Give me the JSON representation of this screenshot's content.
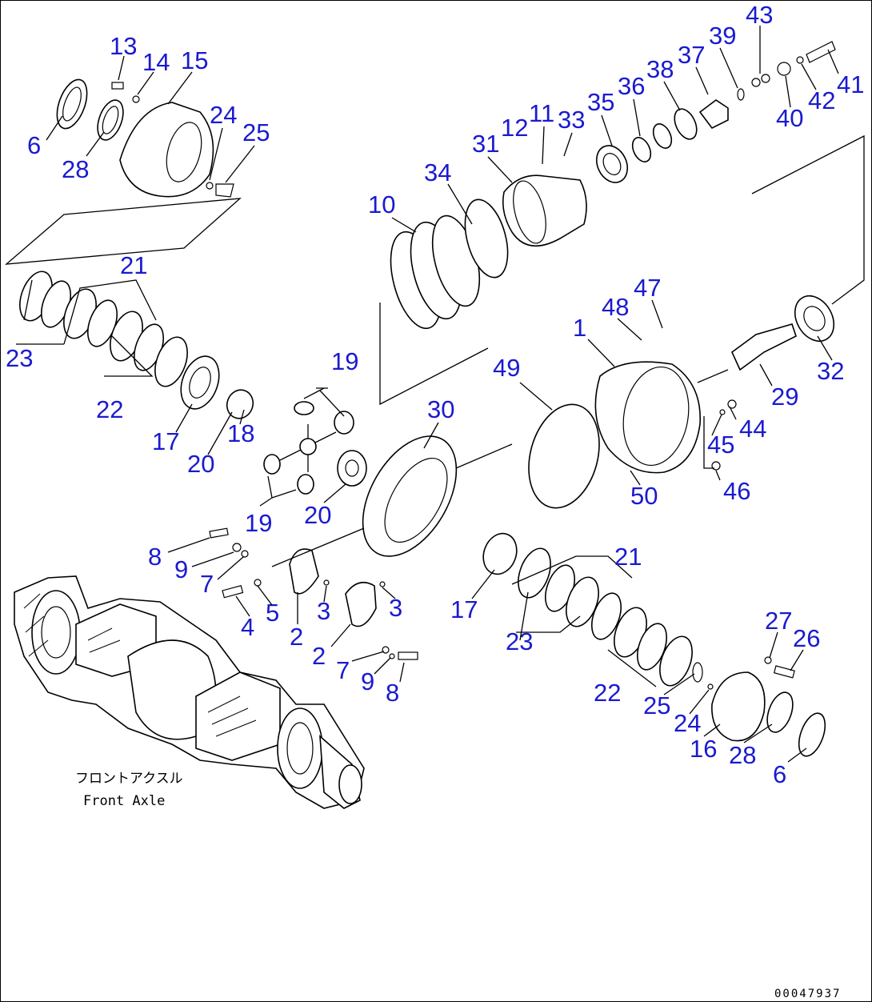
{
  "diagram": {
    "labels": [
      {
        "id": "13a",
        "text": "13"
      },
      {
        "id": "14a",
        "text": "14"
      },
      {
        "id": "15a",
        "text": "15"
      },
      {
        "id": "6a",
        "text": "6"
      },
      {
        "id": "28a",
        "text": "28"
      },
      {
        "id": "24a",
        "text": "24"
      },
      {
        "id": "25a",
        "text": "25"
      },
      {
        "id": "43a",
        "text": "43"
      },
      {
        "id": "39a",
        "text": "39"
      },
      {
        "id": "37a",
        "text": "37"
      },
      {
        "id": "38a",
        "text": "38"
      },
      {
        "id": "36a",
        "text": "36"
      },
      {
        "id": "35a",
        "text": "35"
      },
      {
        "id": "33a",
        "text": "33"
      },
      {
        "id": "11a",
        "text": "11"
      },
      {
        "id": "12a",
        "text": "12"
      },
      {
        "id": "31a",
        "text": "31"
      },
      {
        "id": "41a",
        "text": "41"
      },
      {
        "id": "42a",
        "text": "42"
      },
      {
        "id": "40a",
        "text": "40"
      },
      {
        "id": "34a",
        "text": "34"
      },
      {
        "id": "10a",
        "text": "10"
      },
      {
        "id": "21a",
        "text": "21"
      },
      {
        "id": "23a",
        "text": "23"
      },
      {
        "id": "22a",
        "text": "22"
      },
      {
        "id": "47a",
        "text": "47"
      },
      {
        "id": "48a",
        "text": "48"
      },
      {
        "id": "1a",
        "text": "1"
      },
      {
        "id": "32a",
        "text": "32"
      },
      {
        "id": "29a",
        "text": "29"
      },
      {
        "id": "49a",
        "text": "49"
      },
      {
        "id": "19a",
        "text": "19"
      },
      {
        "id": "30a",
        "text": "30"
      },
      {
        "id": "44a",
        "text": "44"
      },
      {
        "id": "45a",
        "text": "45"
      },
      {
        "id": "46a",
        "text": "46"
      },
      {
        "id": "50a",
        "text": "50"
      },
      {
        "id": "17a",
        "text": "17"
      },
      {
        "id": "18a",
        "text": "18"
      },
      {
        "id": "20a",
        "text": "20"
      },
      {
        "id": "19b",
        "text": "19"
      },
      {
        "id": "20b",
        "text": "20"
      },
      {
        "id": "8a",
        "text": "8"
      },
      {
        "id": "9a",
        "text": "9"
      },
      {
        "id": "7a",
        "text": "7"
      },
      {
        "id": "5a",
        "text": "5"
      },
      {
        "id": "3a",
        "text": "3"
      },
      {
        "id": "3b",
        "text": "3"
      },
      {
        "id": "4a",
        "text": "4"
      },
      {
        "id": "2a",
        "text": "2"
      },
      {
        "id": "2b",
        "text": "2"
      },
      {
        "id": "7b",
        "text": "7"
      },
      {
        "id": "9b",
        "text": "9"
      },
      {
        "id": "8b",
        "text": "8"
      },
      {
        "id": "17b",
        "text": "17"
      },
      {
        "id": "21b",
        "text": "21"
      },
      {
        "id": "23b",
        "text": "23"
      },
      {
        "id": "22b",
        "text": "22"
      },
      {
        "id": "27a",
        "text": "27"
      },
      {
        "id": "26a",
        "text": "26"
      },
      {
        "id": "25b",
        "text": "25"
      },
      {
        "id": "24b",
        "text": "24"
      },
      {
        "id": "16a",
        "text": "16"
      },
      {
        "id": "28b",
        "text": "28"
      },
      {
        "id": "6b",
        "text": "6"
      }
    ],
    "caption_jp": "フロントアクスル",
    "caption_en": "Front Axle",
    "drawing_code": "00047937"
  },
  "colors": {
    "label": "#1a1ad0",
    "line": "#000000",
    "background": "#ffffff"
  }
}
